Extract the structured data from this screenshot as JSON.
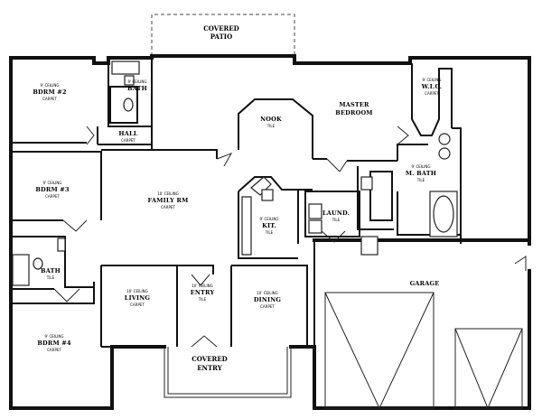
{
  "colors": {
    "line": "#111111",
    "background": "#ffffff"
  },
  "rooms": {
    "covered_patio": {
      "name": "COVERED",
      "name2": "PATIO"
    },
    "bedroom2": {
      "note": "9' CEILING",
      "name": "BDRM #2",
      "floor": "CARPET"
    },
    "bath2": {
      "note": "9' CEILING",
      "name": "BATH"
    },
    "hall": {
      "name": "HALL",
      "floor": "CARPET"
    },
    "nook": {
      "name": "NOOK",
      "floor": "TILE"
    },
    "master_bedroom": {
      "name": "MASTER",
      "name2": "BEDROOM"
    },
    "wic": {
      "note": "9' CEILING",
      "name": "W.I.C.",
      "floor": "CARPET"
    },
    "master_bath": {
      "note": "9' CEILING",
      "name": "M. BATH",
      "floor": "TILE"
    },
    "bedroom3": {
      "note": "9' CEILING",
      "name": "BDRM #3",
      "floor": "CARPET"
    },
    "family_room": {
      "note": "10' CEILING",
      "name": "FAMILY RM",
      "floor": "CARPET"
    },
    "kitchen": {
      "note": "9' CEILING",
      "name": "KIT.",
      "floor": "TILE"
    },
    "laundry": {
      "name": "LAUND.",
      "floor": "TILE"
    },
    "bath": {
      "name": "BATH",
      "floor": "TILE"
    },
    "garage": {
      "name": "GARAGE"
    },
    "living": {
      "note": "10' CEILING",
      "name": "LIVING",
      "floor": "CARPET"
    },
    "entry": {
      "note": "10' CEILING",
      "name": "ENTRY",
      "floor": "TILE"
    },
    "dining": {
      "note": "10' CEILING",
      "name": "DINING",
      "floor": "CARPET"
    },
    "bedroom4": {
      "note": "9' CEILING",
      "name": "BDRM #4",
      "floor": "CARPET"
    },
    "covered_entry": {
      "name": "COVERED",
      "name2": "ENTRY"
    }
  }
}
